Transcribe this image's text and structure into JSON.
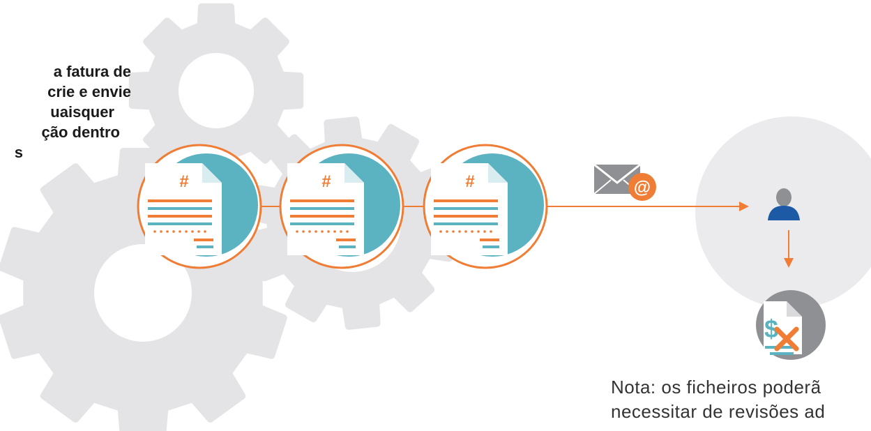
{
  "intro": {
    "lines": [
      "a fatura de",
      "crie e envie",
      "uaisquer",
      "ção dentro",
      "s"
    ]
  },
  "note": {
    "lines": [
      "Nota: os ficheiros poderã",
      "necessitar de revisões ad"
    ]
  },
  "invoice_docs": [
    {
      "symbol": "#"
    },
    {
      "symbol": "#"
    },
    {
      "symbol": "#"
    }
  ],
  "email_badge": {
    "symbol": "@"
  },
  "rejected_doc": {
    "symbol": "$"
  },
  "colors": {
    "orange": "#ef7d35",
    "teal": "#5bb3c1",
    "gear": "#e4e4e6",
    "circle": "#ebebed",
    "user": "#1d5aa6",
    "gray": "#8f9093"
  }
}
